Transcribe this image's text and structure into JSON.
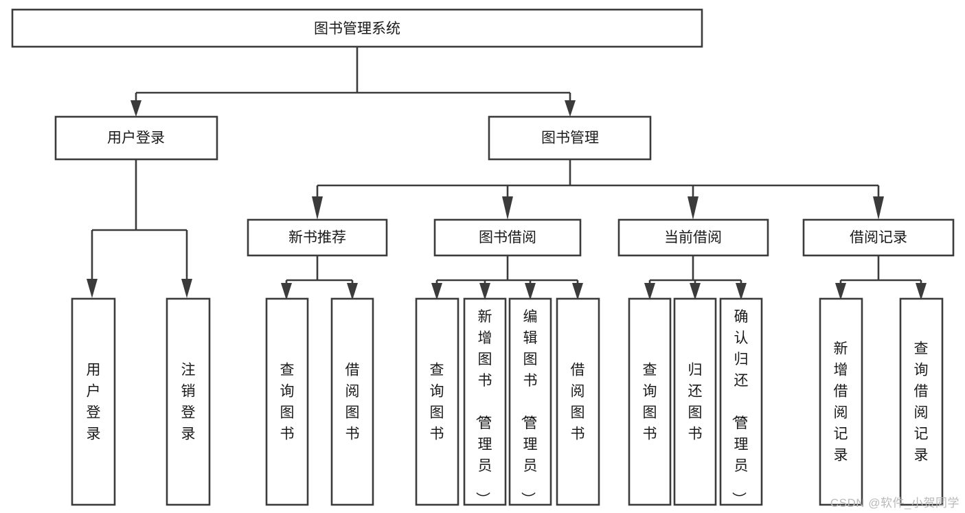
{
  "diagram": {
    "title": "图书管理系统",
    "type": "tree-hierarchy",
    "watermark": "CSDN @软件_小贺同学",
    "colors": {
      "box_stroke": "#3b3b3b",
      "box_fill": "#ffffff",
      "text": "#1a1a1a",
      "background": "#ffffff",
      "watermark": "#b9b9b9"
    },
    "root": {
      "id": "root",
      "label": "图书管理系统",
      "orientation": "horizontal"
    },
    "level2": [
      {
        "id": "user-login",
        "label": "用户登录",
        "orientation": "horizontal"
      },
      {
        "id": "book-management",
        "label": "图书管理",
        "orientation": "horizontal"
      }
    ],
    "level3": [
      {
        "id": "new-book-recommend",
        "label": "新书推荐",
        "parent": "book-management",
        "orientation": "horizontal"
      },
      {
        "id": "book-borrow",
        "label": "图书借阅",
        "parent": "book-management",
        "orientation": "horizontal"
      },
      {
        "id": "current-borrow",
        "label": "当前借阅",
        "parent": "book-management",
        "orientation": "horizontal"
      },
      {
        "id": "borrow-record",
        "label": "借阅记录",
        "parent": "book-management",
        "orientation": "horizontal"
      }
    ],
    "leaves": [
      {
        "id": "leaf-user-login",
        "label": "用户登录",
        "parent": "user-login",
        "orientation": "vertical"
      },
      {
        "id": "leaf-user-logout",
        "label": "注销登录",
        "parent": "user-login",
        "orientation": "vertical"
      },
      {
        "id": "leaf-query-book-1",
        "label": "查询图书",
        "parent": "new-book-recommend",
        "orientation": "vertical"
      },
      {
        "id": "leaf-borrow-book-1",
        "label": "借阅图书",
        "parent": "new-book-recommend",
        "orientation": "vertical"
      },
      {
        "id": "leaf-query-book-2",
        "label": "查询图书",
        "parent": "book-borrow",
        "orientation": "vertical"
      },
      {
        "id": "leaf-add-book",
        "label": "新增图书（管理员）",
        "parent": "book-borrow",
        "orientation": "vertical"
      },
      {
        "id": "leaf-edit-book",
        "label": "编辑图书（管理员）",
        "parent": "book-borrow",
        "orientation": "vertical"
      },
      {
        "id": "leaf-borrow-book-2",
        "label": "借阅图书",
        "parent": "book-borrow",
        "orientation": "vertical"
      },
      {
        "id": "leaf-query-book-3",
        "label": "查询图书",
        "parent": "current-borrow",
        "orientation": "vertical"
      },
      {
        "id": "leaf-return-book",
        "label": "归还图书",
        "parent": "current-borrow",
        "orientation": "vertical"
      },
      {
        "id": "leaf-confirm-return",
        "label": "确认归还（管理员）",
        "parent": "current-borrow",
        "orientation": "vertical"
      },
      {
        "id": "leaf-add-record",
        "label": "新增借阅记录",
        "parent": "borrow-record",
        "orientation": "vertical"
      },
      {
        "id": "leaf-query-record",
        "label": "查询借阅记录",
        "parent": "borrow-record",
        "orientation": "vertical"
      }
    ]
  }
}
